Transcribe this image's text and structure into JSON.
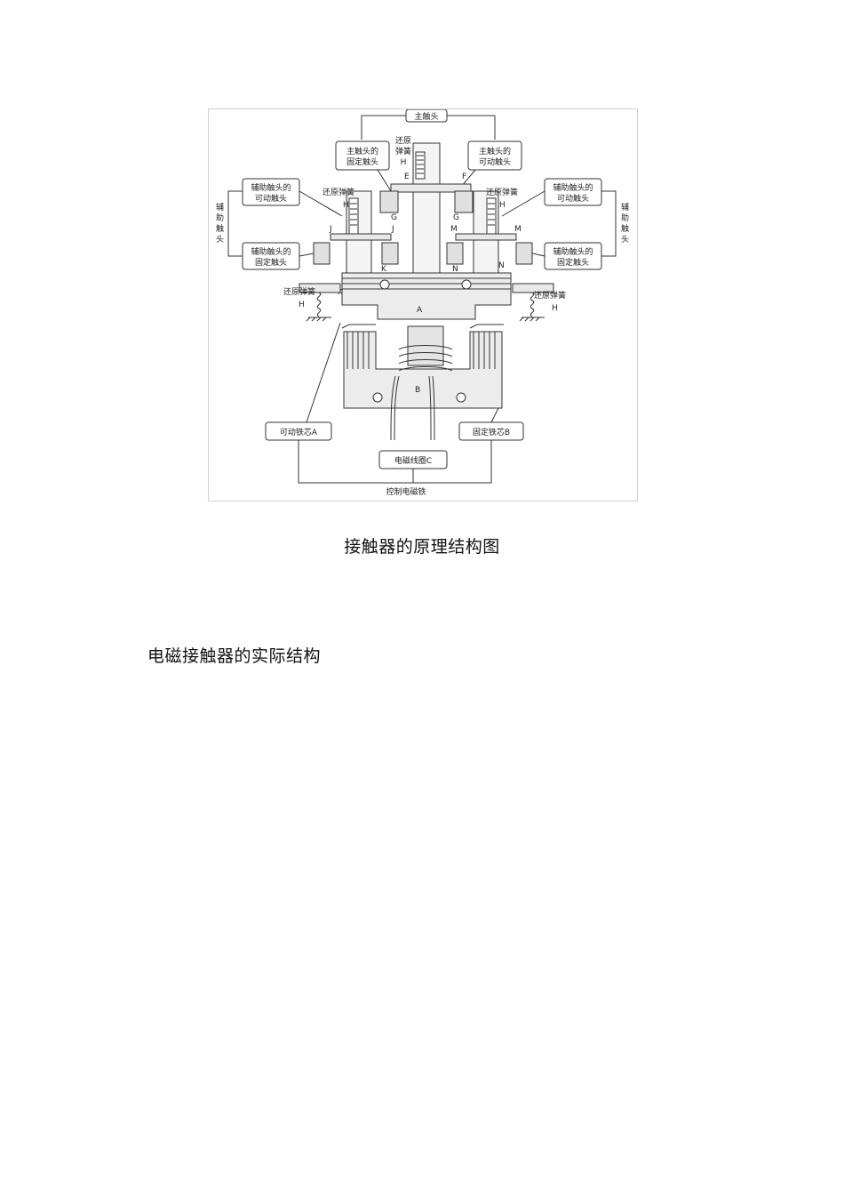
{
  "figure": {
    "labels": {
      "main_contact": "主触头",
      "main_fixed": [
        "主触头的",
        "固定触头"
      ],
      "main_movable": [
        "主触头的",
        "可动触头"
      ],
      "return_spring_top": [
        "还原",
        "弹簧"
      ],
      "return_spring": "还原弹簧",
      "aux_movable": [
        "辅助触头的",
        "可动触头"
      ],
      "aux_fixed": [
        "辅助触头的",
        "固定触头"
      ],
      "aux_contact_vertical": [
        "辅",
        "助",
        "触",
        "头"
      ],
      "movable_core": "可动铁芯A",
      "fixed_core": "固定铁芯B",
      "coil": "电磁线圈C",
      "control_electromagnet": "控制电磁铁",
      "letters": {
        "A": "A",
        "B": "B",
        "E": "E",
        "F": "F",
        "G": "G",
        "H": "H",
        "J": "J",
        "K": "K",
        "M": "M",
        "N": "N"
      }
    }
  },
  "caption": "接触器的原理结构图",
  "section_heading": "电磁接触器的实际结构"
}
